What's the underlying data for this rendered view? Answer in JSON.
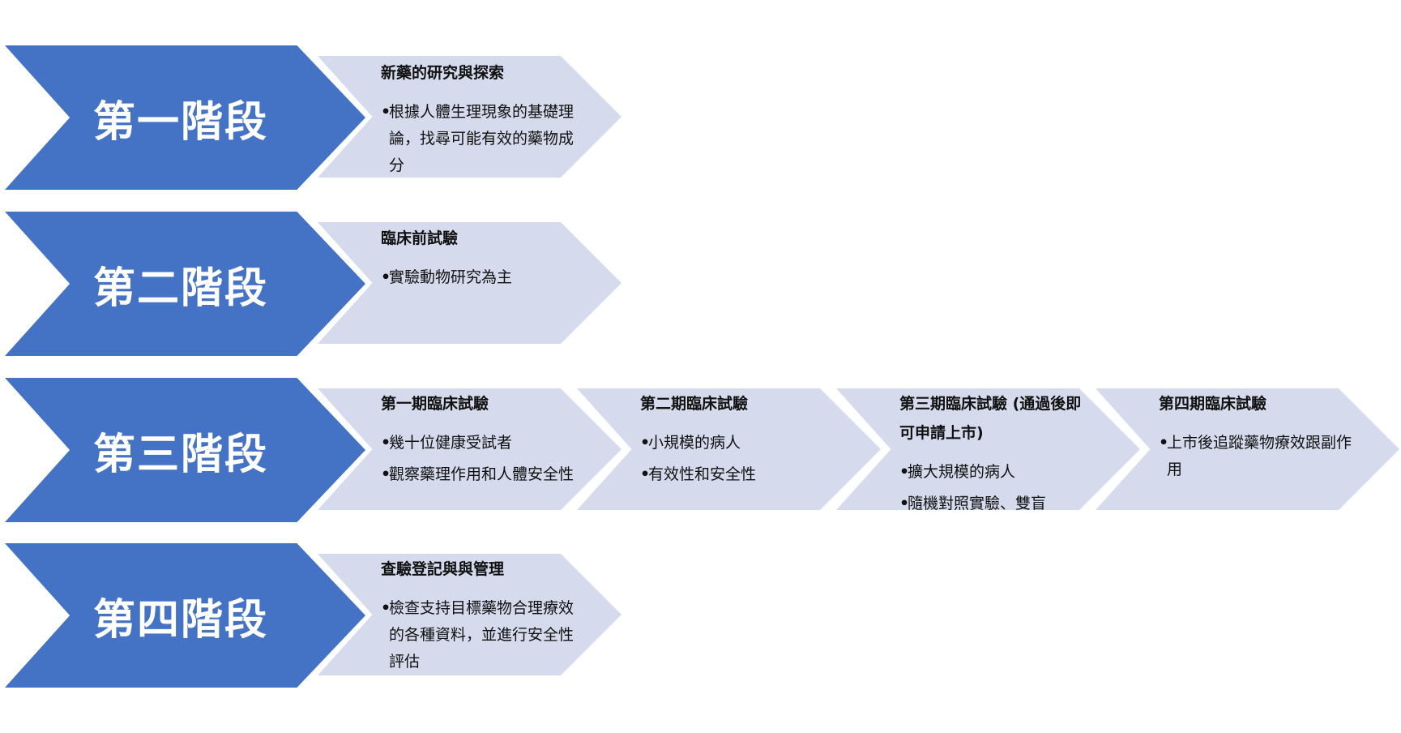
{
  "stages": [
    {
      "label": "第一階段",
      "steps": [
        {
          "title": "新藥的研究與探索",
          "items": [
            "根據人體生理現象的基礎理論，找尋可能有效的藥物成分"
          ]
        }
      ]
    },
    {
      "label": "第二階段",
      "steps": [
        {
          "title": "臨床前試驗",
          "items": [
            "實驗動物研究為主"
          ]
        }
      ]
    },
    {
      "label": "第三階段",
      "steps": [
        {
          "title": "第一期臨床試驗",
          "items": [
            "幾十位健康受試者",
            "觀察藥理作用和人體安全性"
          ]
        },
        {
          "title": "第二期臨床試驗",
          "items": [
            "小規模的病人",
            "有效性和安全性"
          ]
        },
        {
          "title": "第三期臨床試驗 (通過後即可申請上市)",
          "items": [
            "擴大規模的病人",
            "隨機對照實驗、雙盲"
          ]
        },
        {
          "title": "第四期臨床試驗",
          "items": [
            "上市後追蹤藥物療效跟副作用"
          ]
        }
      ]
    },
    {
      "label": "第四階段",
      "steps": [
        {
          "title": "查驗登記與與管理",
          "items": [
            "檢查支持目標藥物合理療效的各種資料，並進行安全性評估"
          ]
        }
      ]
    }
  ],
  "colors": {
    "stage_arrow": "#4472c4",
    "step_box": "#d5daec",
    "stage_text": "#ffffff",
    "step_text": "#111111"
  }
}
